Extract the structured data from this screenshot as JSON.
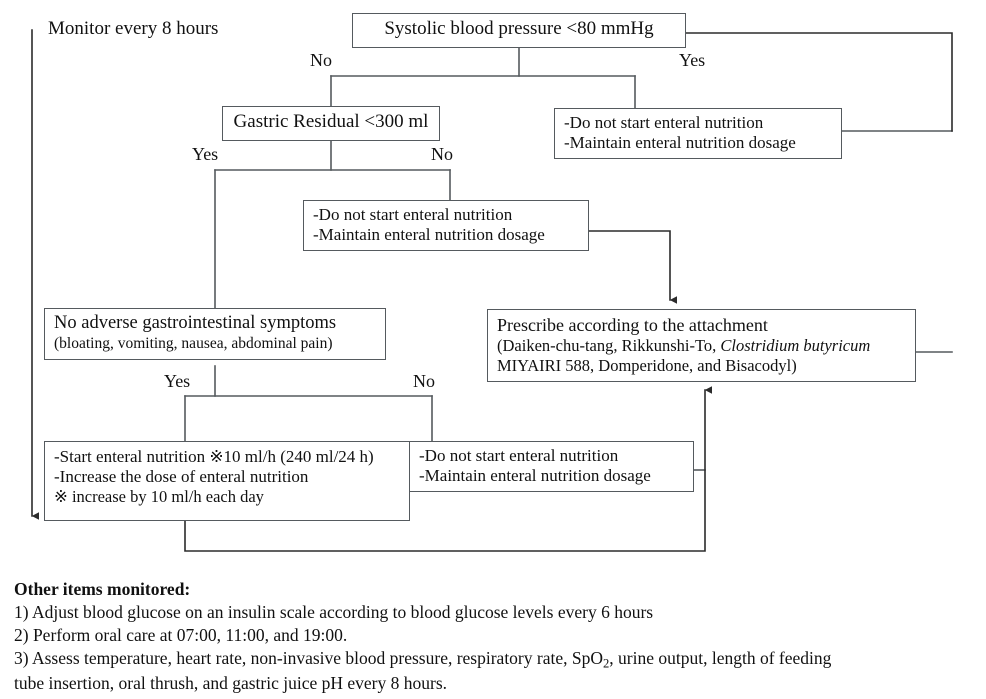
{
  "diagram": {
    "side_note": "Monitor every 8 hours",
    "nodes": {
      "sbp": {
        "lines": [
          "Systolic blood pressure <80 mmHg"
        ]
      },
      "hold_top": {
        "lines": [
          "-Do not start enteral nutrition",
          "-Maintain enteral nutrition dosage"
        ]
      },
      "gastric": {
        "lines": [
          "Gastric Residual <300 ml"
        ]
      },
      "hold_mid": {
        "lines": [
          "-Do not start enteral nutrition",
          "-Maintain enteral nutrition dosage"
        ]
      },
      "symptoms": {
        "lines": [
          "No adverse gastrointestinal symptoms",
          "(bloating, vomiting, nausea, abdominal pain)"
        ]
      },
      "prescribe": {
        "line1": "Prescribe according to the attachment",
        "line2_a": "(Daiken-chu-tang, Rikkunshi-To, ",
        "line2_italic": "Clostridium butyricum",
        "line3": "MIYAIRI 588, Domperidone, and Bisacodyl)"
      },
      "start_en": {
        "lines": [
          "-Start enteral nutrition ※10 ml/h (240 ml/24 h)",
          "-Increase the dose of enteral nutrition",
          "※ increase by 10 ml/h each day"
        ]
      },
      "hold_bottom": {
        "lines": [
          "-Do not start enteral nutrition",
          "-Maintain enteral nutrition dosage"
        ]
      }
    },
    "edge_labels": {
      "sbp_no": "No",
      "sbp_yes": "Yes",
      "gastric_yes": "Yes",
      "gastric_no": "No",
      "symptoms_yes": "Yes",
      "symptoms_no": "No"
    }
  },
  "notes": {
    "heading": "Other items monitored:",
    "item1": "1) Adjust blood glucose on an insulin scale according to blood glucose levels every 6 hours",
    "item2": "2) Perform oral care at 07:00, 11:00, and 19:00.",
    "item3_a": "3) Assess temperature, heart rate, non-invasive blood pressure, respiratory rate, SpO",
    "item3_sub": "2",
    "item3_b": ", urine output, length of feeding",
    "item3_c": "tube insertion, oral thrush, and gastric juice pH every 8 hours."
  },
  "colors": {
    "line": "#555a5e",
    "text": "#111111",
    "background": "#ffffff"
  }
}
